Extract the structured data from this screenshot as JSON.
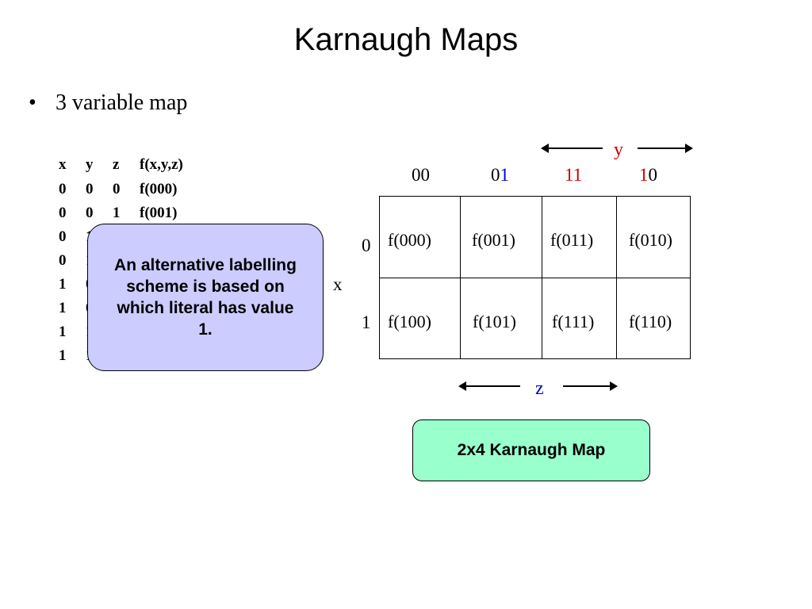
{
  "title": "Karnaugh Maps",
  "bullet": {
    "symbol": "•",
    "text": "3 variable map"
  },
  "truth_table": {
    "headers": [
      "x",
      "y",
      "z",
      "f(x,y,z)"
    ],
    "rows": [
      [
        "0",
        "0",
        "0",
        "f(000)"
      ],
      [
        "0",
        "0",
        "1",
        "f(001)"
      ],
      [
        "0",
        "1",
        "",
        ""
      ],
      [
        "0",
        "1",
        "",
        ""
      ],
      [
        "1",
        "0",
        "",
        ""
      ],
      [
        "1",
        "0",
        "",
        ""
      ],
      [
        "1",
        "1",
        "",
        ""
      ],
      [
        "1",
        "1",
        "",
        ""
      ]
    ]
  },
  "callout_text": "An alternative labelling scheme is based on which literal has value 1.",
  "kmap": {
    "y_label": "y",
    "z_label": "z",
    "x_label": "x",
    "col_headers": [
      {
        "a": "0",
        "b": "0"
      },
      {
        "a": "0",
        "b": "1"
      },
      {
        "a": "1",
        "b": "1"
      },
      {
        "a": "1",
        "b": "0"
      }
    ],
    "row_labels": [
      "0",
      "1"
    ],
    "cells": [
      [
        "f(000)",
        "f(001)",
        "f(011)",
        "f(010)"
      ],
      [
        "f(100)",
        "f(101)",
        "f(111)",
        "f(110)"
      ]
    ],
    "colors": {
      "y": "#cc0000",
      "z": "#0000cc"
    }
  },
  "caption": "2x4 Karnaugh Map"
}
